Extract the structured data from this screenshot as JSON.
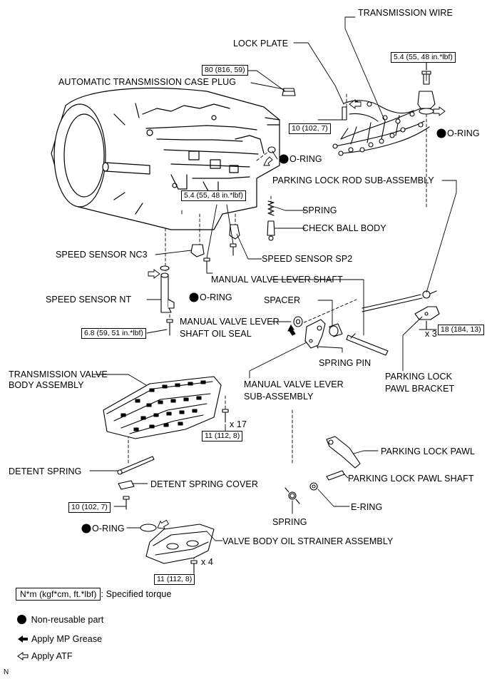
{
  "labels": {
    "transmission_wire": "TRANSMISSION WIRE",
    "lock_plate": "LOCK PLATE",
    "case_plug": "AUTOMATIC TRANSMISSION CASE PLUG",
    "o_ring": "O-RING",
    "parking_lock_rod": "PARKING LOCK ROD SUB-ASSEMBLY",
    "spring": "SPRING",
    "check_ball_body": "CHECK BALL BODY",
    "speed_sensor_nc3": "SPEED SENSOR NC3",
    "speed_sensor_sp2": "SPEED SENSOR SP2",
    "manual_valve_lever_shaft": "MANUAL VALVE LEVER SHAFT",
    "speed_sensor_nt": "SPEED SENSOR NT",
    "spacer": "SPACER",
    "manual_valve_lever_shaft_oil_seal_1": "MANUAL VALVE LEVER",
    "manual_valve_lever_shaft_oil_seal_2": "SHAFT OIL SEAL",
    "spring_pin": "SPRING PIN",
    "parking_lock_pawl_bracket_1": "PARKING LOCK",
    "parking_lock_pawl_bracket_2": "PAWL BRACKET",
    "transmission_valve_body_1": "TRANSMISSION VALVE",
    "transmission_valve_body_2": "BODY ASSEMBLY",
    "manual_valve_lever_sub_1": "MANUAL VALVE LEVER",
    "manual_valve_lever_sub_2": "SUB-ASSEMBLY",
    "parking_lock_pawl": "PARKING LOCK PAWL",
    "detent_spring": "DETENT SPRING",
    "parking_lock_pawl_shaft": "PARKING LOCK PAWL SHAFT",
    "detent_spring_cover": "DETENT SPRING COVER",
    "e_ring": "E-RING",
    "valve_body_oil_strainer": "VALVE BODY OIL STRAINER ASSEMBLY",
    "qty_x17": "x 17",
    "qty_x3": "x 3",
    "qty_x4": "x 4"
  },
  "torques": {
    "t_5_4_top": "5.4 (55, 48 in.*lbf)",
    "t_80": "80 (816, 59)",
    "t_10_a": "10 (102, 7)",
    "t_5_4_mid": "5.4 (55, 48 in.*lbf)",
    "t_6_8": "6.8 (59, 51 in.*lbf)",
    "t_18": "18 (184, 13)",
    "t_11_a": "11 (112, 8)",
    "t_10_b": "10 (102, 7)",
    "t_11_b": "11 (112, 8)"
  },
  "legend": {
    "torque_box": "N*m (kgf*cm, ft.*lbf)",
    "torque_text": ": Specified torque",
    "non_reusable": "Non-reusable part",
    "mp_grease": "Apply MP Grease",
    "atf": "Apply ATF"
  },
  "footer_code": "N"
}
